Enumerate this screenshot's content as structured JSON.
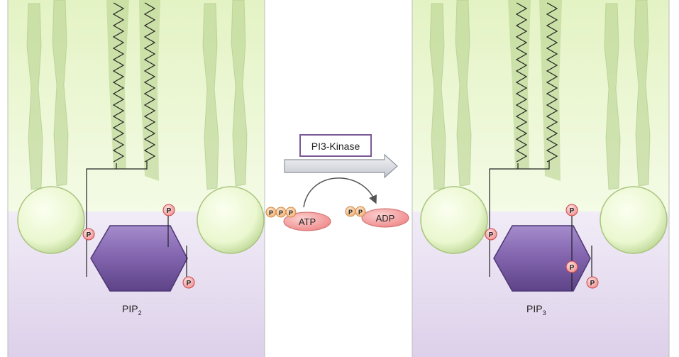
{
  "panel_left": {
    "lipid_name": "PIP",
    "lipid_subscript": "2",
    "phosphate_label": "P"
  },
  "panel_right": {
    "lipid_name": "PIP",
    "lipid_subscript": "3",
    "phosphate_label": "P"
  },
  "reaction": {
    "enzyme": "PI3-Kinase",
    "substrate": "ATP",
    "product": "ADP",
    "phosphate_label": "P"
  },
  "colors": {
    "membrane_outer": "#e6f5c8",
    "membrane_inner": "#ece4f4",
    "tail_fill": "#b4d08a",
    "head_ball": "#eef8d4",
    "inositol": "#8466b0",
    "phosphate_fill": "#f7b9b9",
    "phosphate_stroke": "#c84a4a",
    "nucleotide_fill": "#f6a2a2",
    "nucleotide_phosphate": "#f6c896",
    "arrow_fill": "#d4d8de",
    "enzyme_border": "#7a5a96"
  }
}
